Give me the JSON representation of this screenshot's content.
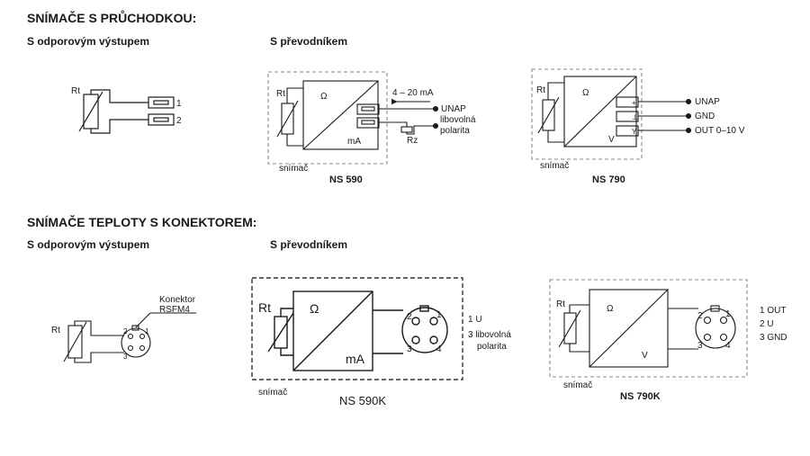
{
  "section1": {
    "title": "SNÍMAČE S PRŮCHODKOU:",
    "col_resistive": "S odporovým výstupem",
    "col_converter": "S převodníkem"
  },
  "section2": {
    "title": "SNÍMAČE TEPLOTY S KONEKTOREM:",
    "col_resistive": "S odporovým výstupem",
    "col_converter": "S převodníkem"
  },
  "common": {
    "rt": "Rt",
    "ohm": "Ω",
    "ma": "mA",
    "v": "V",
    "snimac": "snímač"
  },
  "d1": {
    "pin1": "1",
    "pin2": "2"
  },
  "d2": {
    "caption": "NS 590",
    "current": "4 – 20 mA",
    "unap": "UNAP",
    "libovolna": "libovolná",
    "polarita": "polarita",
    "rz": "Rz"
  },
  "d3": {
    "caption": "NS 790",
    "term1": "+",
    "term2": "⊥",
    "term3": "Y",
    "unap": "UNAP",
    "gnd": "GND",
    "out": "OUT 0–10 V"
  },
  "d4": {
    "connector": "Konektor",
    "rsfm": "RSFM4",
    "p2": "2",
    "p1": "1",
    "p3": "3"
  },
  "d5": {
    "caption": "NS  590K",
    "p2": "2",
    "p1": "1",
    "p3": "3",
    "p4": "4",
    "l1": "1  U",
    "l3": "3  libovolná",
    "polarita": "polarita"
  },
  "d6": {
    "caption": "NS 790K",
    "p2": "2",
    "p1": "1",
    "p3": "3",
    "p4": "4",
    "l1": "1 OUT",
    "l2": "2 U",
    "l3": "3 GND"
  }
}
